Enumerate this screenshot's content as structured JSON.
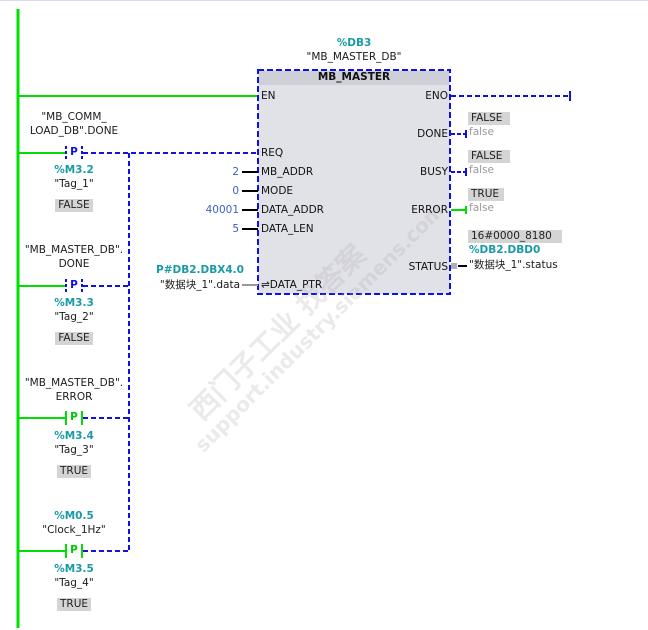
{
  "block": {
    "instance_address": "%DB3",
    "instance_name": "\"MB_MASTER_DB\"",
    "title": "MB_MASTER",
    "inputs": [
      {
        "pin": "EN",
        "value": ""
      },
      {
        "pin": "REQ",
        "value": ""
      },
      {
        "pin": "MB_ADDR",
        "value": "2"
      },
      {
        "pin": "MODE",
        "value": "0"
      },
      {
        "pin": "DATA_ADDR",
        "value": "40001"
      },
      {
        "pin": "DATA_LEN",
        "value": "5"
      },
      {
        "pin": "⇌DATA_PTR",
        "value": ""
      }
    ],
    "outputs": [
      {
        "pin": "ENO"
      },
      {
        "pin": "DONE",
        "monitor": "FALSE",
        "operand": "false"
      },
      {
        "pin": "BUSY",
        "monitor": "FALSE",
        "operand": "false"
      },
      {
        "pin": "ERROR",
        "monitor": "TRUE",
        "operand": "false"
      },
      {
        "pin": "STATUS",
        "monitor": "16#0000_8180",
        "address": "%DB2.DBD0",
        "operand": "\"数据块_1\".status"
      }
    ],
    "data_ptr": {
      "address": "P#DB2.DBX4.0",
      "operand": "\"数据块_1\".data"
    }
  },
  "contacts": [
    {
      "name_line1": "\"MB_COMM_",
      "name_line2": "LOAD_DB\".DONE",
      "type": "P",
      "edge_address": "%M3.2",
      "edge_tag": "\"Tag_1\"",
      "monitor": "FALSE",
      "state": "off"
    },
    {
      "name_line1": "\"MB_MASTER_DB\".",
      "name_line2": "DONE",
      "type": "P",
      "edge_address": "%M3.3",
      "edge_tag": "\"Tag_2\"",
      "monitor": "FALSE",
      "state": "off"
    },
    {
      "name_line1": "\"MB_MASTER_DB\".",
      "name_line2": "ERROR",
      "type": "P",
      "edge_address": "%M3.4",
      "edge_tag": "\"Tag_3\"",
      "monitor": "TRUE",
      "state": "on"
    },
    {
      "name_line1": "%M0.5",
      "name_line2": "\"Clock_1Hz\"",
      "type": "P",
      "edge_address": "%M3.5",
      "edge_tag": "\"Tag_4\"",
      "monitor": "TRUE",
      "state": "on"
    }
  ],
  "colors": {
    "powered": "#00e000",
    "unpowered": "#1010e0",
    "address": "#1a9aa6",
    "block_fill": "#e1e1e8",
    "block_header": "#cfcfd8"
  },
  "watermark": {
    "line1": "西门子工业 找答案",
    "line2": "support.industry.siemens.com"
  }
}
